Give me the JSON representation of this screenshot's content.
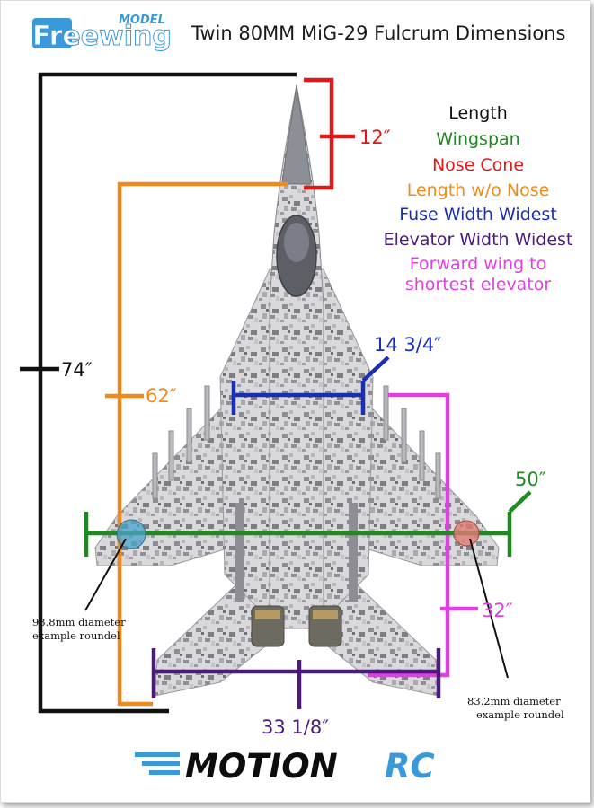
{
  "header": {
    "brand_top": "MODEL",
    "brand_main": "Freewing",
    "title": "Twin 80MM MiG-29 Fulcrum Dimensions"
  },
  "legend": [
    {
      "label": "Length",
      "color": "#111111"
    },
    {
      "label": "Wingspan",
      "color": "#1f8a1f"
    },
    {
      "label": "Nose Cone",
      "color": "#e01818"
    },
    {
      "label": "Length w/o Nose",
      "color": "#f08a1c"
    },
    {
      "label": "Fuse Width Widest",
      "color": "#1a2fb0"
    },
    {
      "label": "Elevator Width Widest",
      "color": "#4b1a7a"
    },
    {
      "label": "Forward wing to",
      "color": "#e040e0"
    },
    {
      "label": "shortest elevator",
      "color": "#e040e0"
    }
  ],
  "dimensions": {
    "length": "74″",
    "length_wo_nose": "62″",
    "nose_cone": "12″",
    "fuse_width": "14 3/4″",
    "wingspan": "50″",
    "forward_wing": "32″",
    "elevator_width": "33 1/8″"
  },
  "notes": {
    "roundel_left_1": "93.8mm diameter",
    "roundel_left_2": "example roundel",
    "roundel_right_1": "83.2mm diameter",
    "roundel_right_2": "example roundel"
  },
  "footer": {
    "brand_a": "MOTION",
    "brand_b": "RC"
  },
  "colors": {
    "length": "#111111",
    "wingspan": "#1f8a1f",
    "nose": "#e01818",
    "orange": "#f08a1c",
    "fuse": "#1a2fb0",
    "elevator": "#4b1a7a",
    "magenta": "#e040e0",
    "brand_blue": "#3a9ad9"
  }
}
